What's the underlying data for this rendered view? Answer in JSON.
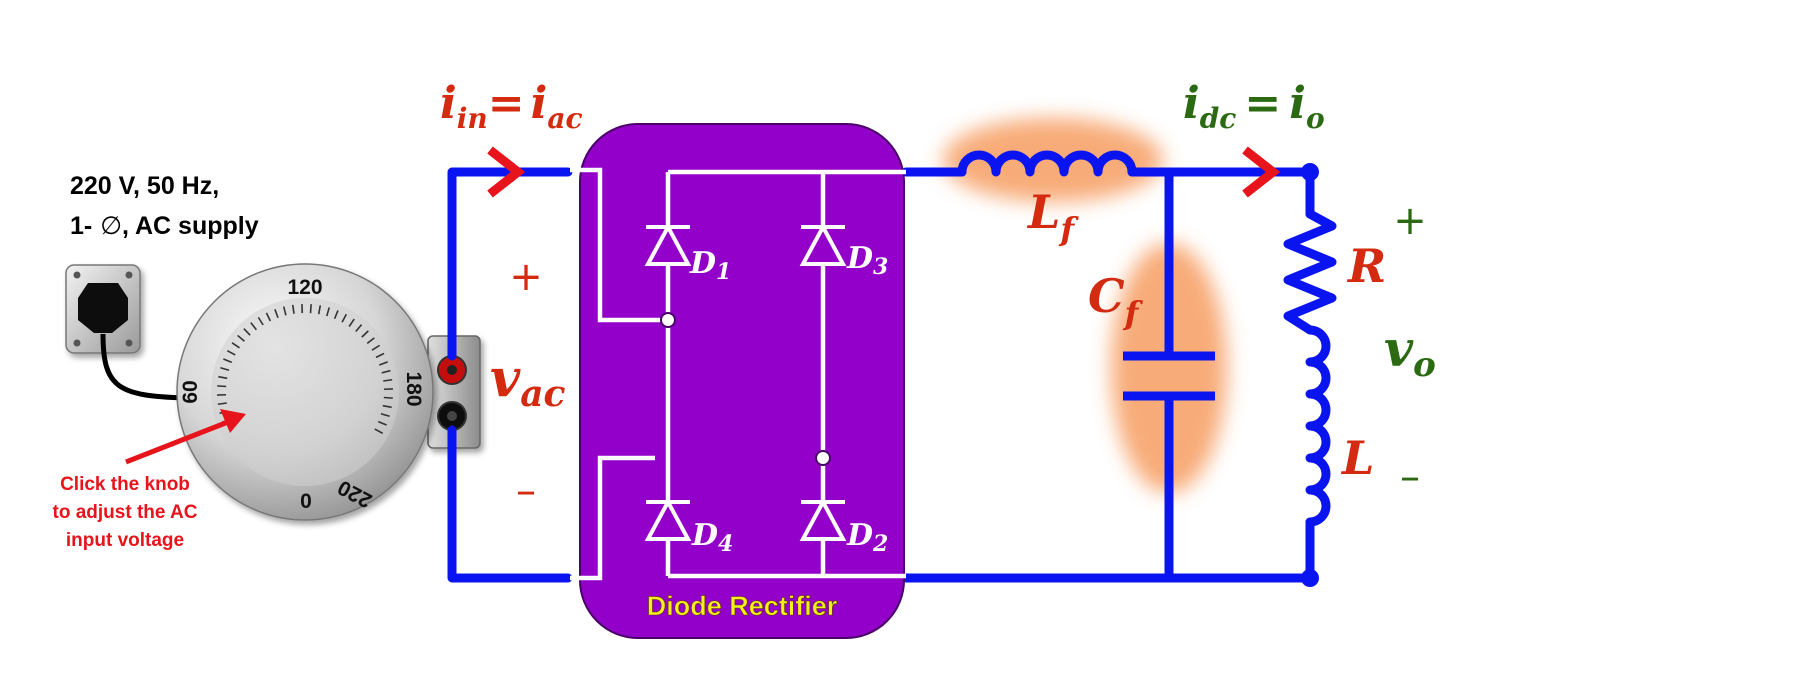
{
  "supply": {
    "line1": "220 V, 50 Hz,",
    "line2_prefix": "1-",
    "line2_phase": "∅",
    "line2_suffix": ", AC supply"
  },
  "knob": {
    "ticks": [
      "120",
      "60",
      "180",
      "0",
      "220"
    ],
    "hint_lines": [
      "Click the knob",
      "to adjust the AC",
      "input voltage"
    ]
  },
  "currents": {
    "input": {
      "i": "i",
      "sub1": "in",
      "eq": "=",
      "i2": "i",
      "sub2": "ac"
    },
    "output": {
      "i": "i",
      "sub1": "dc",
      "eq": "=",
      "i2": "i",
      "sub2": "o"
    }
  },
  "voltages": {
    "input": {
      "symbol": "v",
      "sub": "ac",
      "plus": "+",
      "minus": "–"
    },
    "output": {
      "symbol": "v",
      "sub": "o",
      "plus": "+",
      "minus": "–"
    }
  },
  "rectifier": {
    "label": "Diode Rectifier",
    "diodes": [
      {
        "symbol": "D",
        "sub": "1"
      },
      {
        "symbol": "D",
        "sub": "3"
      },
      {
        "symbol": "D",
        "sub": "4"
      },
      {
        "symbol": "D",
        "sub": "2"
      }
    ]
  },
  "filter": {
    "inductor": {
      "symbol": "L",
      "sub": "f"
    },
    "capacitor": {
      "symbol": "C",
      "sub": "f"
    }
  },
  "load": {
    "resistor": "R",
    "inductor": "L"
  },
  "colors": {
    "wire": "#0a14f0",
    "rectifier": "#9300c9",
    "highlight": "#f7a36b",
    "current_arrow": "#e8141c",
    "red_label": "#d42a10",
    "green_label": "#2b6a12"
  }
}
